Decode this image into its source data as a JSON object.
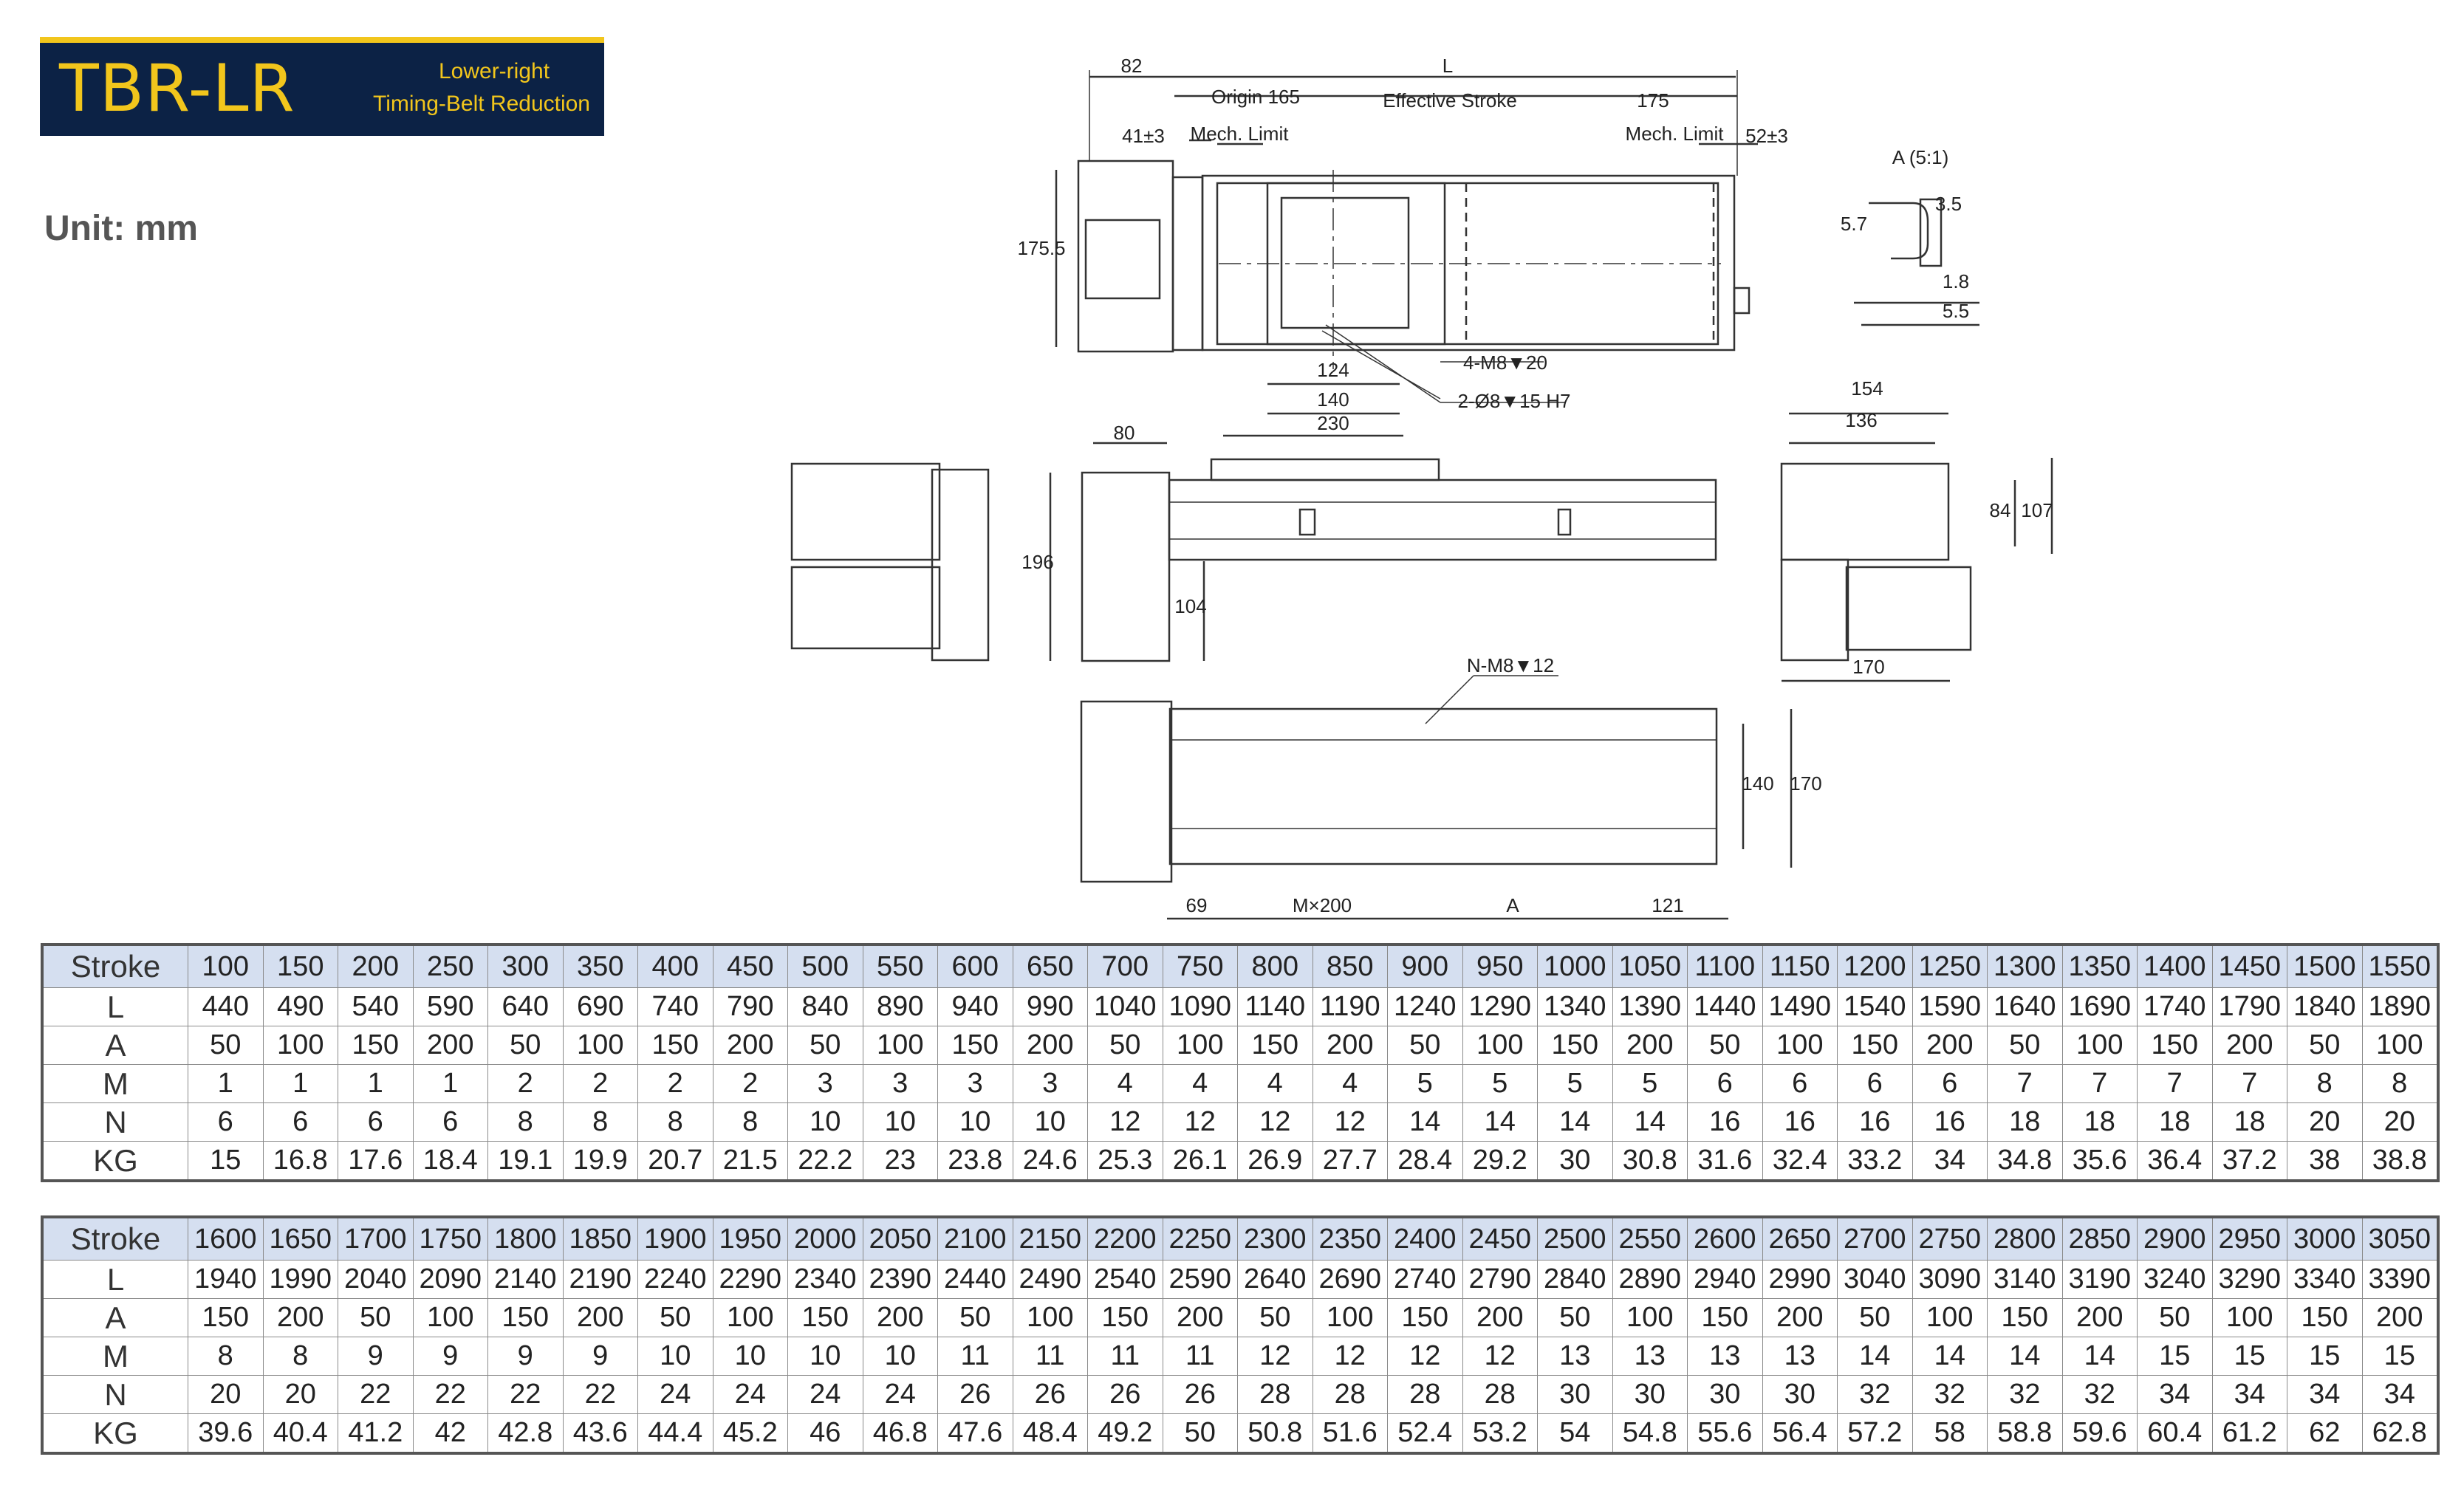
{
  "header": {
    "model": "TBR-LR",
    "subtitle_line1": "Lower-right",
    "subtitle_line2": "Timing-Belt Reduction",
    "unit": "Unit: mm"
  },
  "drawing": {
    "top_view": {
      "d82": "82",
      "dL": "L",
      "origin": "Origin 165",
      "effective_stroke": "Effective Stroke",
      "d175": "175",
      "d41": "41±3",
      "mech_limit_left": "Mech. Limit",
      "mech_limit_right": "Mech. Limit",
      "d52": "52±3",
      "d175_5": "175.5",
      "d124": "124",
      "d140": "140",
      "d230": "230",
      "tap_holes": "4-M8▼20",
      "pin_holes": "2-Ø8▼15 H7"
    },
    "detail_a": {
      "title": "A (5:1)",
      "d5_7": "5.7",
      "d3_5": "3.5",
      "d1_8": "1.8",
      "d5_5": "5.5"
    },
    "front_view": {
      "d80": "80",
      "d196": "196",
      "d104": "104"
    },
    "side_view": {
      "d154": "154",
      "d136": "136",
      "d84": "84",
      "d107": "107",
      "d170": "170"
    },
    "bottom_view": {
      "n_holes": "N-M8▼12",
      "d140": "140",
      "d170": "170",
      "d69": "69",
      "m200": "M×200",
      "dA": "A",
      "d121": "121"
    }
  },
  "table1": {
    "headers": [
      "Stroke",
      "100",
      "150",
      "200",
      "250",
      "300",
      "350",
      "400",
      "450",
      "500",
      "550",
      "600",
      "650",
      "700",
      "750",
      "800",
      "850",
      "900",
      "950",
      "1000",
      "1050",
      "1100",
      "1150",
      "1200",
      "1250",
      "1300",
      "1350",
      "1400",
      "1450",
      "1500",
      "1550"
    ],
    "rows": [
      [
        "L",
        "440",
        "490",
        "540",
        "590",
        "640",
        "690",
        "740",
        "790",
        "840",
        "890",
        "940",
        "990",
        "1040",
        "1090",
        "1140",
        "1190",
        "1240",
        "1290",
        "1340",
        "1390",
        "1440",
        "1490",
        "1540",
        "1590",
        "1640",
        "1690",
        "1740",
        "1790",
        "1840",
        "1890"
      ],
      [
        "A",
        "50",
        "100",
        "150",
        "200",
        "50",
        "100",
        "150",
        "200",
        "50",
        "100",
        "150",
        "200",
        "50",
        "100",
        "150",
        "200",
        "50",
        "100",
        "150",
        "200",
        "50",
        "100",
        "150",
        "200",
        "50",
        "100",
        "150",
        "200",
        "50",
        "100"
      ],
      [
        "M",
        "1",
        "1",
        "1",
        "1",
        "2",
        "2",
        "2",
        "2",
        "3",
        "3",
        "3",
        "3",
        "4",
        "4",
        "4",
        "4",
        "5",
        "5",
        "5",
        "5",
        "6",
        "6",
        "6",
        "6",
        "7",
        "7",
        "7",
        "7",
        "8",
        "8"
      ],
      [
        "N",
        "6",
        "6",
        "6",
        "6",
        "8",
        "8",
        "8",
        "8",
        "10",
        "10",
        "10",
        "10",
        "12",
        "12",
        "12",
        "12",
        "14",
        "14",
        "14",
        "14",
        "16",
        "16",
        "16",
        "16",
        "18",
        "18",
        "18",
        "18",
        "20",
        "20"
      ],
      [
        "KG",
        "15",
        "16.8",
        "17.6",
        "18.4",
        "19.1",
        "19.9",
        "20.7",
        "21.5",
        "22.2",
        "23",
        "23.8",
        "24.6",
        "25.3",
        "26.1",
        "26.9",
        "27.7",
        "28.4",
        "29.2",
        "30",
        "30.8",
        "31.6",
        "32.4",
        "33.2",
        "34",
        "34.8",
        "35.6",
        "36.4",
        "37.2",
        "38",
        "38.8"
      ]
    ]
  },
  "table2": {
    "headers": [
      "Stroke",
      "1600",
      "1650",
      "1700",
      "1750",
      "1800",
      "1850",
      "1900",
      "1950",
      "2000",
      "2050",
      "2100",
      "2150",
      "2200",
      "2250",
      "2300",
      "2350",
      "2400",
      "2450",
      "2500",
      "2550",
      "2600",
      "2650",
      "2700",
      "2750",
      "2800",
      "2850",
      "2900",
      "2950",
      "3000",
      "3050"
    ],
    "rows": [
      [
        "L",
        "1940",
        "1990",
        "2040",
        "2090",
        "2140",
        "2190",
        "2240",
        "2290",
        "2340",
        "2390",
        "2440",
        "2490",
        "2540",
        "2590",
        "2640",
        "2690",
        "2740",
        "2790",
        "2840",
        "2890",
        "2940",
        "2990",
        "3040",
        "3090",
        "3140",
        "3190",
        "3240",
        "3290",
        "3340",
        "3390"
      ],
      [
        "A",
        "150",
        "200",
        "50",
        "100",
        "150",
        "200",
        "50",
        "100",
        "150",
        "200",
        "50",
        "100",
        "150",
        "200",
        "50",
        "100",
        "150",
        "200",
        "50",
        "100",
        "150",
        "200",
        "50",
        "100",
        "150",
        "200",
        "50",
        "100",
        "150",
        "200"
      ],
      [
        "M",
        "8",
        "8",
        "9",
        "9",
        "9",
        "9",
        "10",
        "10",
        "10",
        "10",
        "11",
        "11",
        "11",
        "11",
        "12",
        "12",
        "12",
        "12",
        "13",
        "13",
        "13",
        "13",
        "14",
        "14",
        "14",
        "14",
        "15",
        "15",
        "15",
        "15"
      ],
      [
        "N",
        "20",
        "20",
        "22",
        "22",
        "22",
        "22",
        "24",
        "24",
        "24",
        "24",
        "26",
        "26",
        "26",
        "26",
        "28",
        "28",
        "28",
        "28",
        "30",
        "30",
        "30",
        "30",
        "32",
        "32",
        "32",
        "32",
        "34",
        "34",
        "34",
        "34"
      ],
      [
        "KG",
        "39.6",
        "40.4",
        "41.2",
        "42",
        "42.8",
        "43.6",
        "44.4",
        "45.2",
        "46",
        "46.8",
        "47.6",
        "48.4",
        "49.2",
        "50",
        "50.8",
        "51.6",
        "52.4",
        "53.2",
        "54",
        "54.8",
        "55.6",
        "56.4",
        "57.2",
        "58",
        "58.8",
        "59.6",
        "60.4",
        "61.2",
        "62",
        "62.8"
      ]
    ]
  }
}
